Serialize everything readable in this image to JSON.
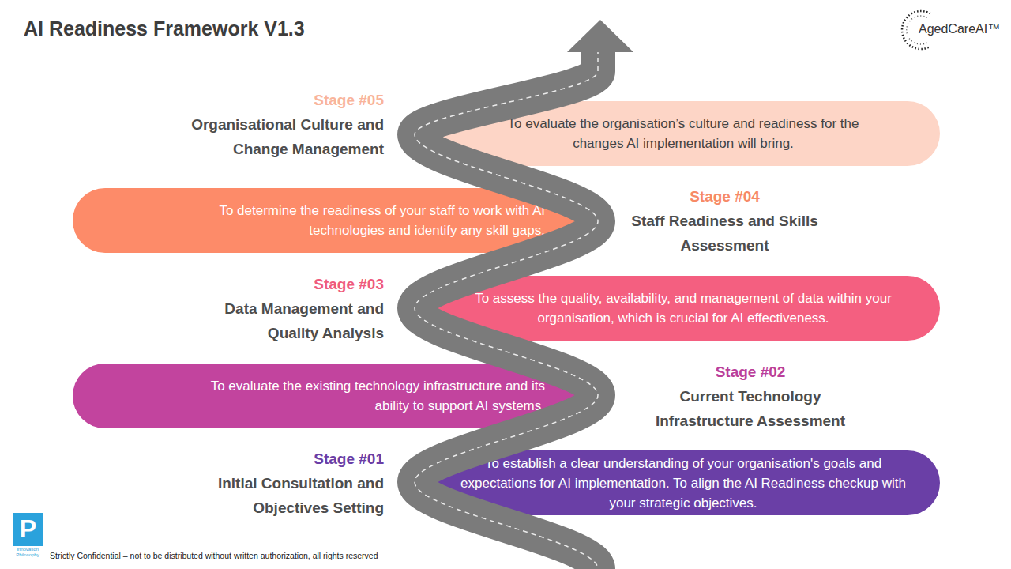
{
  "diagram": {
    "title": "AI Readiness Framework V1.3",
    "nodes": [
      {
        "text": [
          "Stage #01",
          "Initial Consultation and Objectives Setting",
          "To establish a clear understanding of your organisation's goals and expectations for AI implementation. To align the AI Readiness checkup with your strategic objectives."
        ]
      },
      {
        "text": [
          "Stage #02",
          "Current Technology Infrastructure Assessment",
          "To evaluate the existing technology infrastructure and its ability to support AI systems."
        ]
      },
      {
        "text": [
          "Stage #03",
          "Data Management and Quality Analysis",
          "To assess the quality, availability, and management of data within your organisation, which is crucial for AI effectiveness."
        ]
      },
      {
        "text": [
          "Stage #04",
          "Staff Readiness and Skills Assessment",
          "To determine the readiness of your staff to work with AI technologies and identify any skill gaps."
        ]
      },
      {
        "text": [
          "Stage #05",
          "Organisational Culture and Change Management",
          "To evaluate the organisation’s culture and readiness for the changes AI implementation will bring."
        ]
      }
    ],
    "labels": [
      "AgedCareAI™",
      "P",
      "Innovation Philosophy",
      "Strictly Confidential – not to be distributed without written authorization, all rights reserved"
    ]
  }
}
